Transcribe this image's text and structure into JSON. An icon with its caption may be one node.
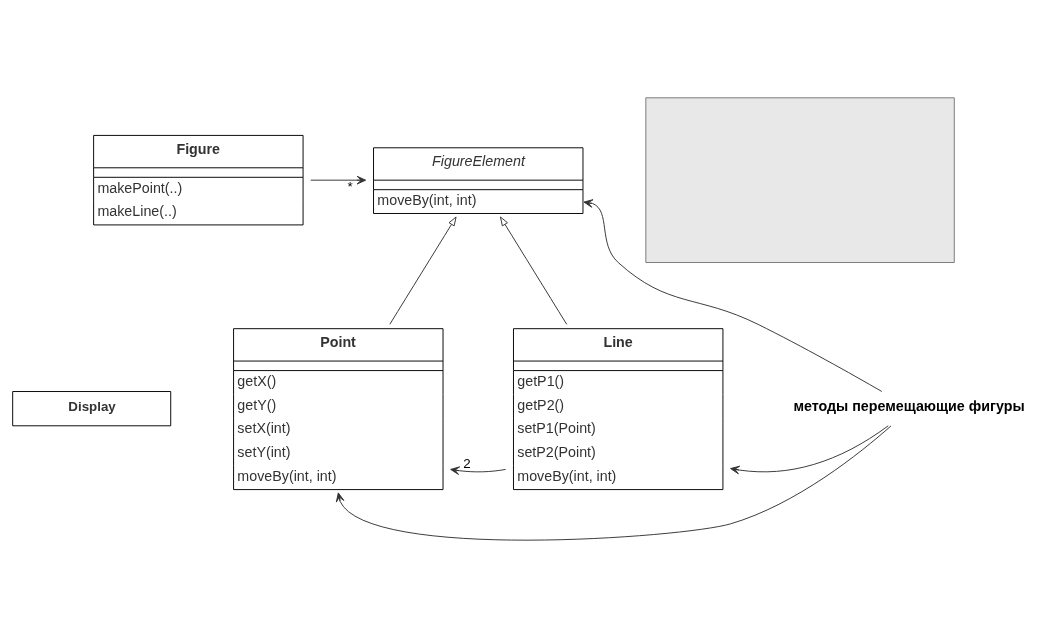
{
  "diagram": {
    "nodes": [
      {
        "text": [
          "Display"
        ]
      },
      {
        "text": [
          "Figure",
          "makePoint(..)",
          "makeLine(..)"
        ]
      },
      {
        "text": [
          "FigureElement",
          "moveBy(int, int)"
        ]
      },
      {
        "text": [
          "Point",
          "getX()",
          "getY()",
          "setX(int)",
          "setY(int)",
          "moveBy(int, int)"
        ]
      },
      {
        "text": [
          "Line",
          "getP1()",
          "getP2()",
          "setP1(Point)",
          "setP2(Point)",
          "moveBy(int, int)"
        ]
      },
      {
        "text": [],
        "shape": "box"
      },
      {
        "text": [
          "методы перемещающие фигуры"
        ]
      }
    ],
    "edges": [
      {
        "from": 1,
        "to": 2,
        "arrow": "to",
        "label": "*"
      },
      {
        "from": 4,
        "to": 3,
        "arrow": "to",
        "label": "2"
      },
      {
        "from": 3,
        "to": 2,
        "arrow": "to"
      },
      {
        "from": 4,
        "to": 2,
        "arrow": "to"
      },
      {
        "from": 6,
        "to": 2,
        "arrow": "to"
      },
      {
        "from": 6,
        "to": 4,
        "arrow": "to"
      },
      {
        "from": 6,
        "to": 3,
        "arrow": "to"
      }
    ]
  }
}
